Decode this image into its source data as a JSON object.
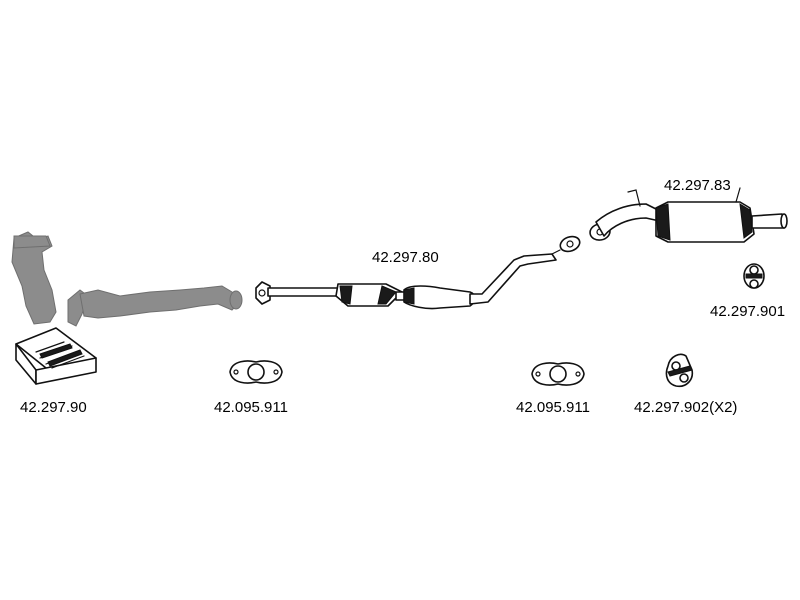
{
  "parts": {
    "manifold_kit": {
      "label": "42.297.90"
    },
    "front_gasket": {
      "label": "42.095.911"
    },
    "middle_pipe": {
      "label": "42.297.80"
    },
    "middle_gasket": {
      "label": "42.095.911"
    },
    "rear_silencer": {
      "label": "42.297.83"
    },
    "rear_hanger": {
      "label": "42.297.901"
    },
    "rubber_mount": {
      "label": "42.297.902(X2)"
    }
  }
}
